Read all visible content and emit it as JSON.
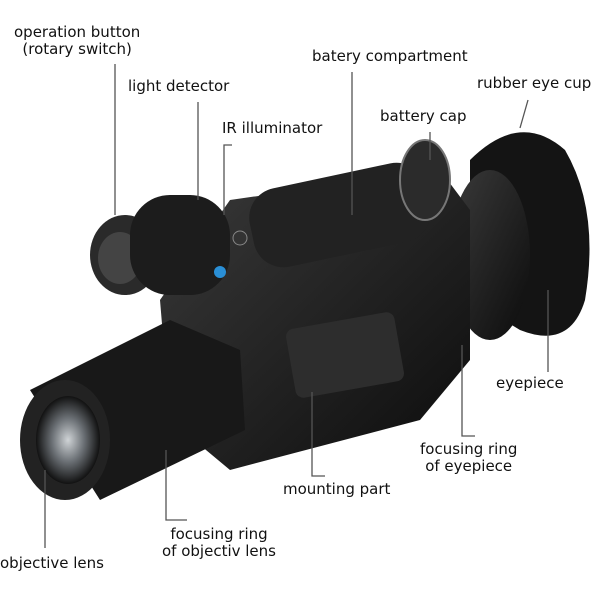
{
  "labels": {
    "operation_button": [
      "operation button",
      "(rotary switch)"
    ],
    "light_detector": "light detector",
    "ir_illuminator": "IR illuminator",
    "battery_compartment": "batery compartment",
    "battery_cap": "battery cap",
    "rubber_eye_cup": "rubber eye cup",
    "eyepiece": "eyepiece",
    "focusing_ring_eyepiece": [
      "focusing ring",
      "of eyepiece"
    ],
    "mounting_part": "mounting part",
    "focusing_ring_objective": [
      "focusing ring",
      "of objectiv lens"
    ],
    "objective_lens": "objective lens"
  },
  "colors": {
    "device": "#1a1a1a",
    "ir_led": "#2a8fd6",
    "leader_line": "#555555"
  }
}
